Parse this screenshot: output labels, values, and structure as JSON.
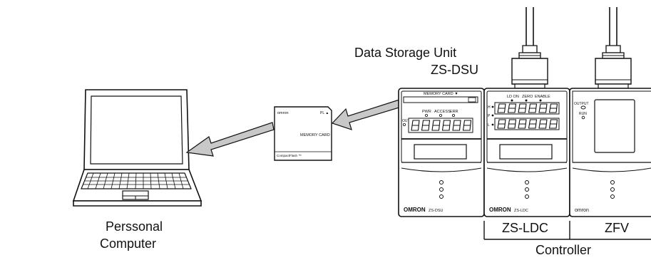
{
  "labels": {
    "dsu_title_line1": "Data Storage Unit",
    "dsu_title_line2": "ZS-DSU",
    "pc_line1": "Perssonal",
    "pc_line2": "Computer",
    "ldc": "ZS-LDC",
    "zfv": "ZFV",
    "controller": "Controller"
  },
  "card": {
    "brand": "omron",
    "text": "MEMORY CARD",
    "footer": "CompactFlash ™",
    "corner": "PL ▲"
  },
  "dsu_unit": {
    "slot_label": "MEMORY CARD ▼",
    "indicators": [
      "PWR",
      "ACCESS",
      "ERR"
    ],
    "out_label": "OUT",
    "brand": "OMRON",
    "model": "ZS-DSU"
  },
  "ldc_unit": {
    "indicators": [
      "LD ON",
      "ZERO",
      "ENABLE"
    ],
    "side_leds": [
      "H",
      "P",
      "L"
    ],
    "brand": "OMRON",
    "model": "ZS-LDC"
  },
  "zfv_unit": {
    "output_label": "OUTPUT",
    "run_label": "RUN",
    "brand": "omron"
  },
  "colors": {
    "arrow_fill": "#c8c8c8",
    "line": "#111111",
    "seg_fill": "#ffffff"
  }
}
